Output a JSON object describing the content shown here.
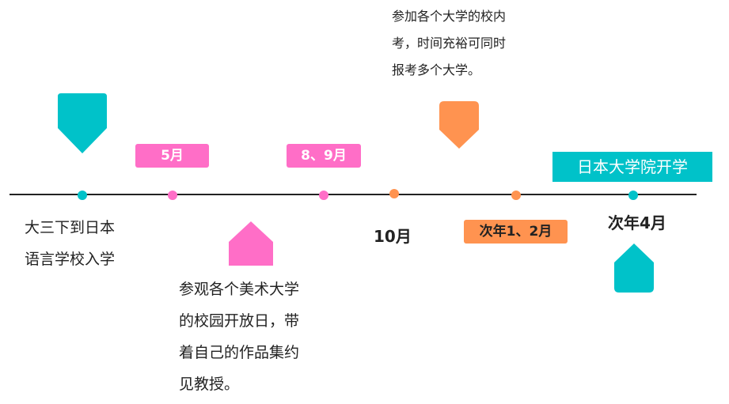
{
  "colors": {
    "teal": "#00c2c9",
    "pink": "#ff6ec7",
    "orange": "#ff9350",
    "line": "#222222"
  },
  "timeline": {
    "start": {
      "lines": [
        "大三下到日本",
        "语言学校入学"
      ]
    },
    "may": {
      "label": "5月"
    },
    "aug_sep": {
      "label": "8、9月"
    },
    "open_campus": {
      "lines": [
        "参观各个美术大学",
        "的校园开放日，带",
        "着自己的作品集约",
        "见教授。"
      ]
    },
    "oct": {
      "label": "10月"
    },
    "exam_note": {
      "lines": [
        "参加各个大学的校内",
        "考，时间充裕可同时",
        "报考多个大学。"
      ]
    },
    "jan_feb": {
      "label": "次年1、2月"
    },
    "apr": {
      "label": "次年4月"
    },
    "enroll": {
      "label": "日本大学院开学"
    }
  },
  "icons": [
    "teal-down-marker-icon",
    "pink-up-marker-icon",
    "orange-down-marker-icon",
    "teal-up-marker-icon"
  ]
}
